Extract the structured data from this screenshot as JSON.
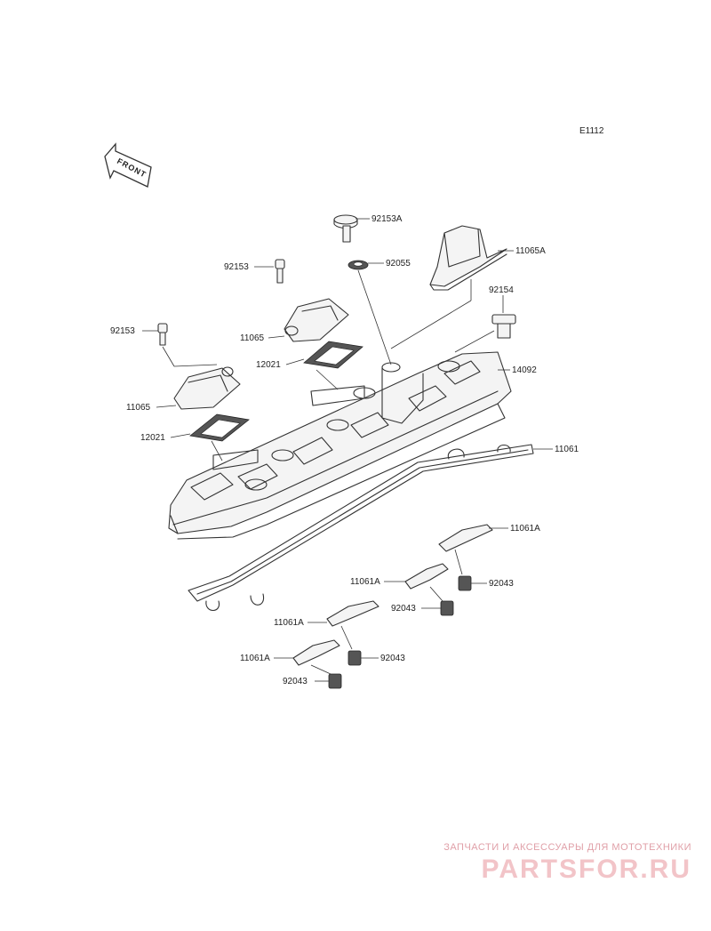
{
  "diagram": {
    "code": "E1112",
    "front_label": "FRONT",
    "parts": [
      {
        "id": "p-92153A",
        "label": "92153A"
      },
      {
        "id": "p-92055",
        "label": "92055"
      },
      {
        "id": "p-11065A",
        "label": "11065A"
      },
      {
        "id": "p-92153-upper",
        "label": "92153"
      },
      {
        "id": "p-92154",
        "label": "92154"
      },
      {
        "id": "p-11065-upper",
        "label": "11065"
      },
      {
        "id": "p-92153-lower",
        "label": "92153"
      },
      {
        "id": "p-12021-upper",
        "label": "12021"
      },
      {
        "id": "p-14092",
        "label": "14092"
      },
      {
        "id": "p-11065-lower",
        "label": "11065"
      },
      {
        "id": "p-12021-lower",
        "label": "12021"
      },
      {
        "id": "p-11061",
        "label": "11061"
      },
      {
        "id": "p-11061A-1",
        "label": "11061A"
      },
      {
        "id": "p-11061A-2",
        "label": "11061A"
      },
      {
        "id": "p-92043-1",
        "label": "92043"
      },
      {
        "id": "p-92043-2",
        "label": "92043"
      },
      {
        "id": "p-11061A-3",
        "label": "11061A"
      },
      {
        "id": "p-11061A-4",
        "label": "11061A"
      },
      {
        "id": "p-92043-3",
        "label": "92043"
      },
      {
        "id": "p-92043-4",
        "label": "92043"
      }
    ]
  },
  "watermark": {
    "tagline": "ЗАПЧАСТИ И АКСЕССУАРЫ ДЛЯ МОТОТЕХНИКИ",
    "brand": "PARTSFOR.RU"
  }
}
